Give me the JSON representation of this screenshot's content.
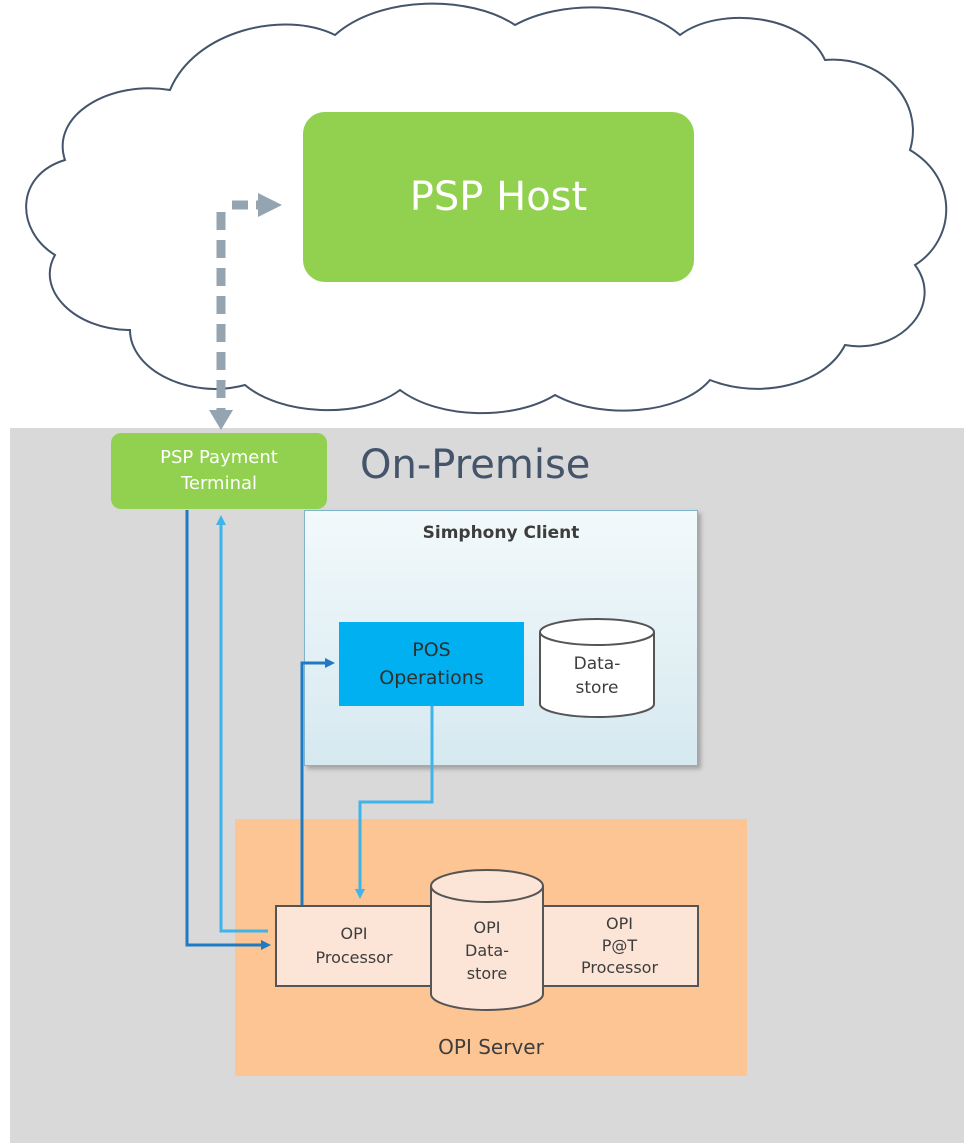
{
  "cloud": {
    "host_label": "PSP Host"
  },
  "on_premise": {
    "title": "On-Premise",
    "terminal_label": "PSP Payment\nTerminal",
    "simphony_client": {
      "title": "Simphony Client",
      "pos_ops_label": "POS\nOperations",
      "datastore_label": "Data-\nstore"
    },
    "opi_server": {
      "title": "OPI Server",
      "processor_label": "OPI\nProcessor",
      "datastore_label": "OPI\nData-\nstore",
      "pat_label": "OPI\nP@T\nProcessor"
    }
  },
  "colors": {
    "green": "#92d050",
    "premise_bg": "#d9d9d9",
    "opi_bg": "#fcc593",
    "pos_blue": "#00b0f0",
    "arrow_dark_blue": "#1f7ac2",
    "arrow_light_blue": "#3fb4ea",
    "arrow_gray": "#94a4b0"
  }
}
